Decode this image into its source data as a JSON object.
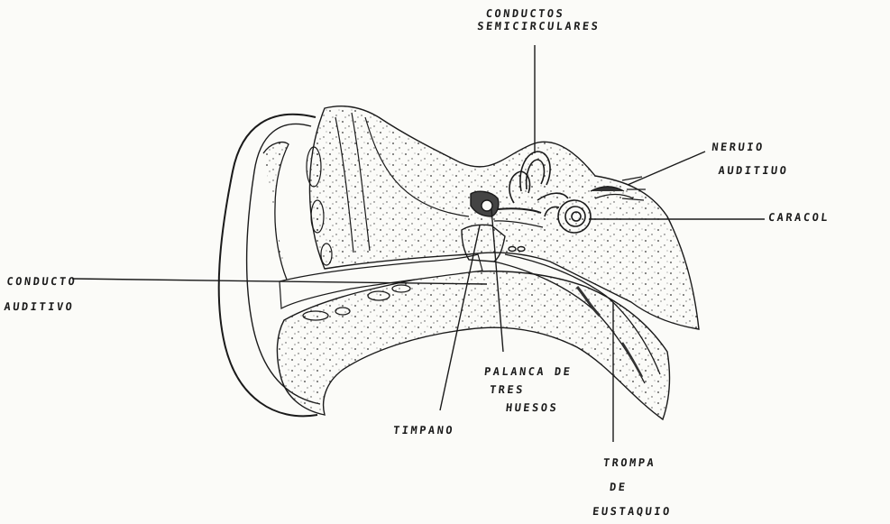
{
  "labels": {
    "conductos_semicirculares": [
      "CONDUCTOS",
      "SEMICIRCULARES"
    ],
    "nervio_auditivo": [
      "NERUIO",
      "AUDITIUO"
    ],
    "caracol": "CARACOL",
    "conducto_auditivo": [
      "CONDUCTO",
      "AUDITIVO"
    ],
    "palanca_de_tres_huesos": [
      "PALANCA DE",
      "TRES",
      "HUESOS"
    ],
    "timpano": "TIMPANO",
    "trompa_de_eustaquio": [
      "TROMPA",
      "DE",
      "EUSTAQUIO"
    ]
  },
  "colors": {
    "ink": "#1a1a1a",
    "paper": "#fbfbf8"
  }
}
